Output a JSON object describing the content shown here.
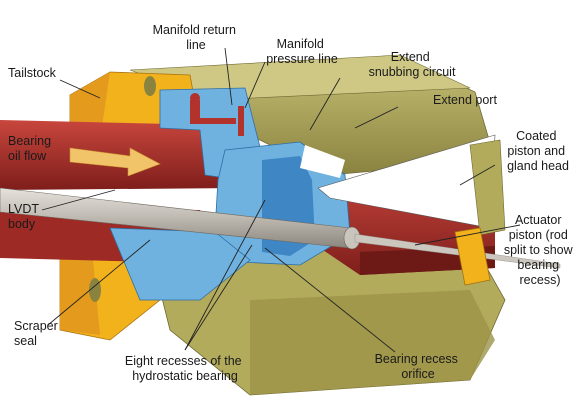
{
  "labels": {
    "tailstock": [
      "Tailstock"
    ],
    "manifold_return": [
      "Manifold return",
      "line"
    ],
    "manifold_pressure": [
      "Manifold",
      "pressure line"
    ],
    "extend_snubbing": [
      "Extend",
      "snubbing circuit"
    ],
    "extend_port": [
      "Extend port"
    ],
    "bearing_oil": [
      "Bearing",
      "oil flow"
    ],
    "coated_piston": [
      "Coated",
      "piston and",
      "gland head"
    ],
    "lvdt": [
      "LVDT",
      "body"
    ],
    "actuator_piston": [
      "Actuator",
      "piston (rod",
      "split to show",
      "bearing",
      "recess)"
    ],
    "scraper": [
      "Scraper",
      "seal"
    ],
    "eight_recesses": [
      "Eight recesses of the",
      "hydrostatic bearing"
    ],
    "bearing_orifice": [
      "Bearing recess",
      "orifice"
    ]
  },
  "colors": {
    "olive": "#a8a050",
    "olive_dark": "#7f7838",
    "olive_light": "#c4bd73",
    "red": "#b2322c",
    "red_dark": "#7e1e1b",
    "yellow": "#f2b21c",
    "orange": "#e39a1d",
    "blue": "#6fb2e0",
    "blue_dark": "#3f86c4",
    "gray_rod": "#b5b0a8",
    "arrow": "#f2c46a"
  }
}
